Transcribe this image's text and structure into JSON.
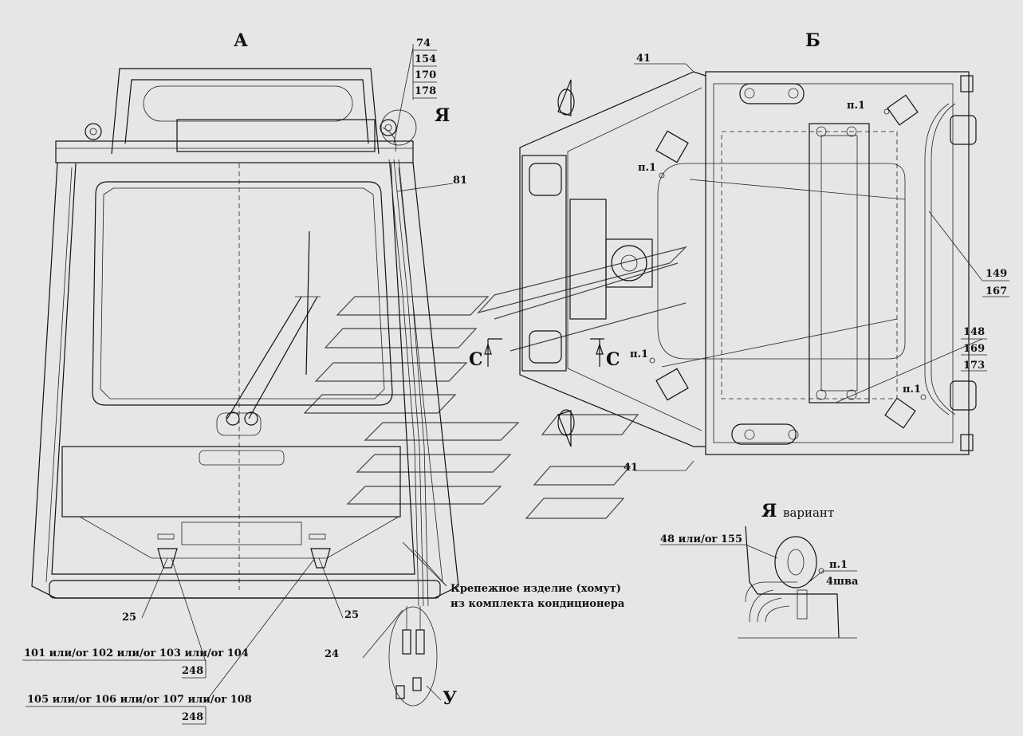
{
  "view_a": {
    "title": "А",
    "callouts": {
      "c74": "74",
      "c154": "154",
      "c170": "170",
      "c178": "178",
      "c81": "81",
      "c25_left": "25",
      "c25_right": "25",
      "c24": "24",
      "c248_top": "248",
      "c248_bottom": "248",
      "group_101": "101 или/or 102 или/or 103 или/or 104",
      "group_105": "105 или/or 106 или/or 107 или/or 108"
    },
    "detail_ya": "Я",
    "detail_u": "У",
    "clamp_line1": "Крепежное изделие (хомут)",
    "clamp_line2": "из комплекта кондиционера"
  },
  "section": {
    "left": "С",
    "right": "С"
  },
  "view_b": {
    "title": "Б",
    "callouts": {
      "c41_top": "41",
      "c41_bottom": "41",
      "c149": "149",
      "c167": "167",
      "c148": "148",
      "c169": "169",
      "c173": "173"
    },
    "weld_notes": [
      "п.1",
      "п.1",
      "п.1",
      "п.1"
    ]
  },
  "detail_ya_variant": {
    "letter": "Я",
    "word": "вариант",
    "callout_48": "48 или/or 155",
    "weld_note": "п.1",
    "weld_count": "4шва"
  }
}
